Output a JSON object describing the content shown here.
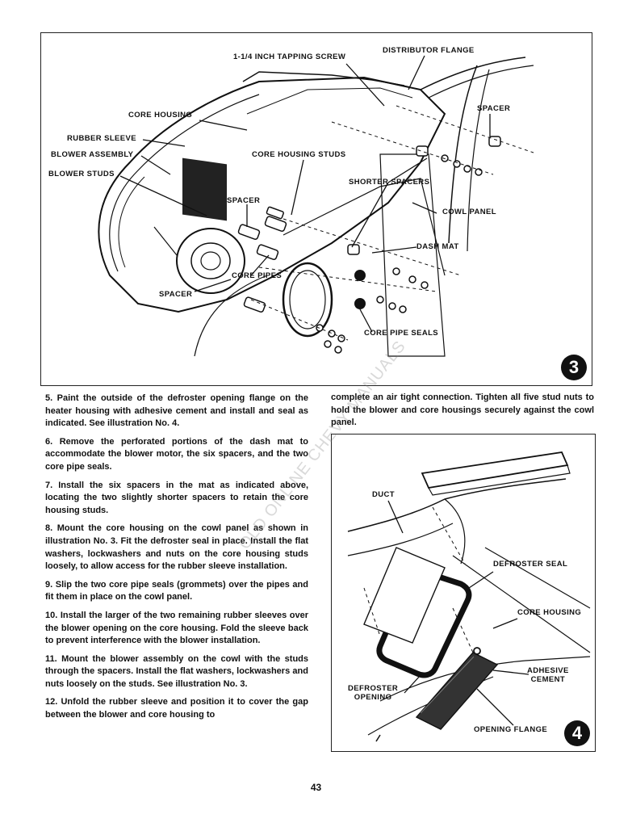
{
  "figure3": {
    "number": "3",
    "labels": {
      "tapping_screw": "1-1/4 INCH TAPPING SCREW",
      "distributor_flange": "DISTRIBUTOR FLANGE",
      "core_housing": "CORE HOUSING",
      "spacer_top_right": "SPACER",
      "rubber_sleeve": "RUBBER SLEEVE",
      "blower_assembly": "BLOWER ASSEMBLY",
      "core_housing_studs": "CORE HOUSING STUDS",
      "blower_studs": "BLOWER STUDS",
      "shorter_spacers": "SHORTER SPACERS",
      "spacer_middle": "SPACER",
      "cowl_panel": "COWL PANEL",
      "dash_mat": "DASH MAT",
      "core_pipes": "CORE PIPES",
      "spacer_bottom": "SPACER",
      "core_pipe_seals": "CORE PIPE SEALS"
    }
  },
  "figure4": {
    "number": "4",
    "labels": {
      "duct": "DUCT",
      "defroster_seal": "DEFROSTER SEAL",
      "core_housing": "CORE HOUSING",
      "adhesive": "ADHESIVE",
      "cement": "CEMENT",
      "defroster": "DEFROSTER",
      "opening": "OPENING",
      "opening_flange": "OPENING FLANGE"
    }
  },
  "body": {
    "step5": "5. Paint the outside of the defroster opening flange on the heater housing with adhesive cement and install and seal as indicated. See illustration No. 4.",
    "step6": "6. Remove the perforated portions of the dash mat to accommodate the blower motor, the six spacers, and the two core pipe seals.",
    "step7": "7. Install the six spacers in the mat as indicated above, locating the two slightly shorter spacers to retain the core housing studs.",
    "step8": "8. Mount the core housing on the cowl panel as shown in illustration No. 3. Fit the defroster seal in place. Install the flat washers, lockwashers and nuts on the core housing studs loosely, to allow access for the rubber sleeve installation.",
    "step9": "9. Slip the two core pipe seals (grommets) over the pipes and fit them in place on the cowl panel.",
    "step10": "10. Install the larger of the two remaining rubber sleeves over the blower opening on the core housing. Fold the sleeve back to prevent interference with the blower installation.",
    "step11": "11. Mount the blower assembly on the cowl with the studs through the spacers. Install the flat washers, lockwashers and nuts loosely on the studs. See illustration No. 3.",
    "step12": "12. Unfold the rubber sleeve and position it to cover the gap between the blower and core housing to",
    "step12_cont": "complete an air tight connection. Tighten all five stud nuts to hold the blower and core housings securely against the cowl panel."
  },
  "watermark": "OLD ONLINE CHEVY MANUALS",
  "page_number": "43"
}
